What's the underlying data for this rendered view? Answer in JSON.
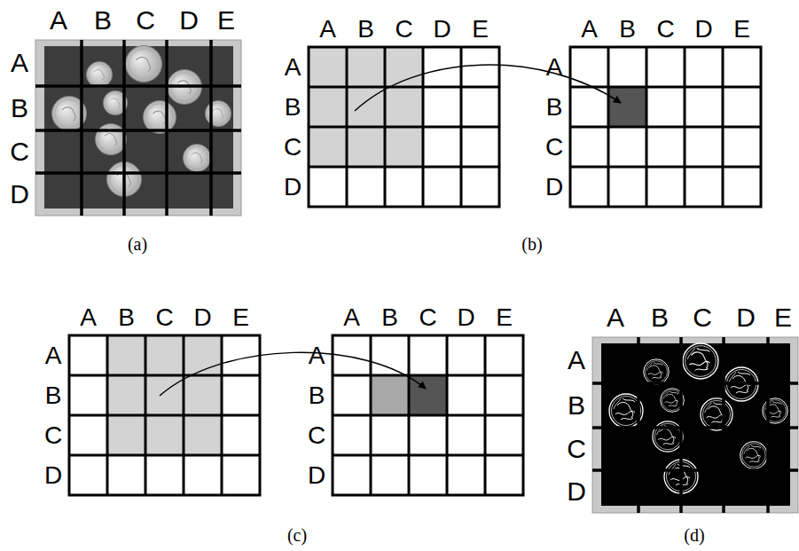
{
  "diagram": {
    "labels": [
      "A",
      "B",
      "C",
      "D",
      "E",
      "A",
      "B",
      "C",
      "D",
      "A",
      "B",
      "C",
      "D",
      "E",
      "A",
      "B",
      "C",
      "D",
      "A",
      "B",
      "C",
      "D",
      "E",
      "A",
      "B",
      "C",
      "D",
      "(a)",
      "(b)",
      "A",
      "B",
      "C",
      "D",
      "E",
      "A",
      "B",
      "C",
      "D",
      "A",
      "B",
      "C",
      "D",
      "E",
      "A",
      "B",
      "C",
      "D",
      "A",
      "B",
      "C",
      "D",
      "E",
      "A",
      "B",
      "C",
      "D",
      "(c)",
      "(d)"
    ]
  }
}
